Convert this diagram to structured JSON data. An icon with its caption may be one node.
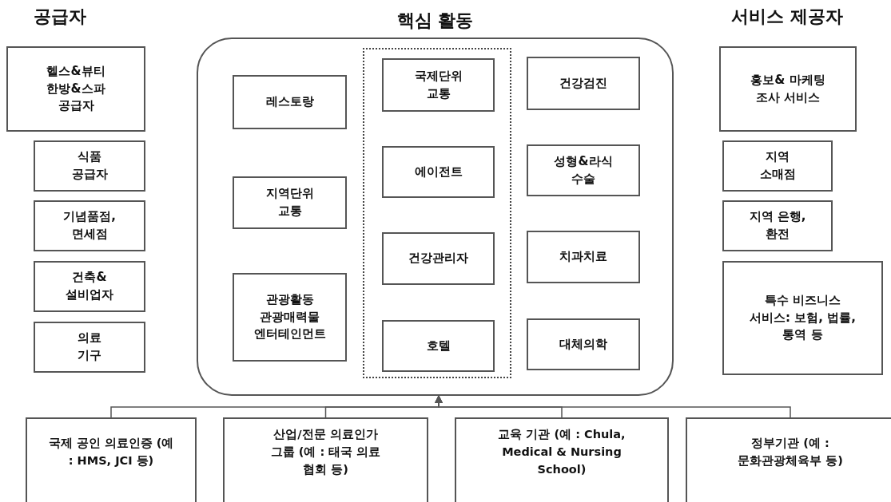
{
  "diagram": {
    "nodes": [
      {
        "text": [
          "헬스&뷰티 한방&스파 공급자"
        ]
      },
      {
        "text": [
          "식품 공급자"
        ]
      },
      {
        "text": [
          "기념품점, 면세점"
        ]
      },
      {
        "text": [
          "건축& 설비업자"
        ]
      },
      {
        "text": [
          "의료 기구"
        ]
      },
      {
        "text": [
          "핵심 활동"
        ]
      },
      {
        "text": [
          "레스토랑"
        ],
        "in": 5
      },
      {
        "text": [
          "지역단위 교통"
        ],
        "in": 5
      },
      {
        "text": [
          "관광활동 관광매력물 엔터테인먼트"
        ],
        "in": 5
      },
      {
        "text": [],
        "shape": "box",
        "in": 5
      },
      {
        "text": [
          "국제단위 교통"
        ],
        "in": 9
      },
      {
        "text": [
          "에이전트"
        ],
        "in": 9
      },
      {
        "text": [
          "건강관리자"
        ],
        "in": 9
      },
      {
        "text": [
          "호텔"
        ],
        "in": 9
      },
      {
        "text": [
          "건강검진"
        ],
        "in": 5
      },
      {
        "text": [
          "성형&라식 수술"
        ],
        "in": 5
      },
      {
        "text": [
          "치과치료"
        ],
        "in": 5
      },
      {
        "text": [
          "대체의학"
        ],
        "in": 5
      },
      {
        "text": [
          "홍보& 마케팅 조사 서비스"
        ]
      },
      {
        "text": [
          "지역 소매점"
        ]
      },
      {
        "text": [
          "지역 은행, 환전"
        ]
      },
      {
        "text": [
          "특수 비즈니스 서비스: 보험, 법률, 통역 등"
        ]
      },
      {
        "text": [
          "국제 공인 의료인증 (예 : HMS, JCI 등)"
        ]
      },
      {
        "text": [
          "산업/전문 의료인가 그룹 (예 : 태국 의료 협회 등)"
        ]
      },
      {
        "text": [
          "교육 기관 (예 : Chula, Medical & Nursing School)"
        ]
      },
      {
        "text": [
          "정부기관 (예 : 문화관광체육부 등)"
        ]
      }
    ],
    "edges": [
      {
        "from": 22,
        "to": 5,
        "arrow": "to"
      },
      {
        "from": 23,
        "to": 5,
        "arrow": "to"
      },
      {
        "from": 24,
        "to": 5,
        "arrow": "to"
      },
      {
        "from": 25,
        "to": 5,
        "arrow": "to"
      }
    ],
    "labels": [
      "공급자",
      "서비스 제공자"
    ]
  }
}
